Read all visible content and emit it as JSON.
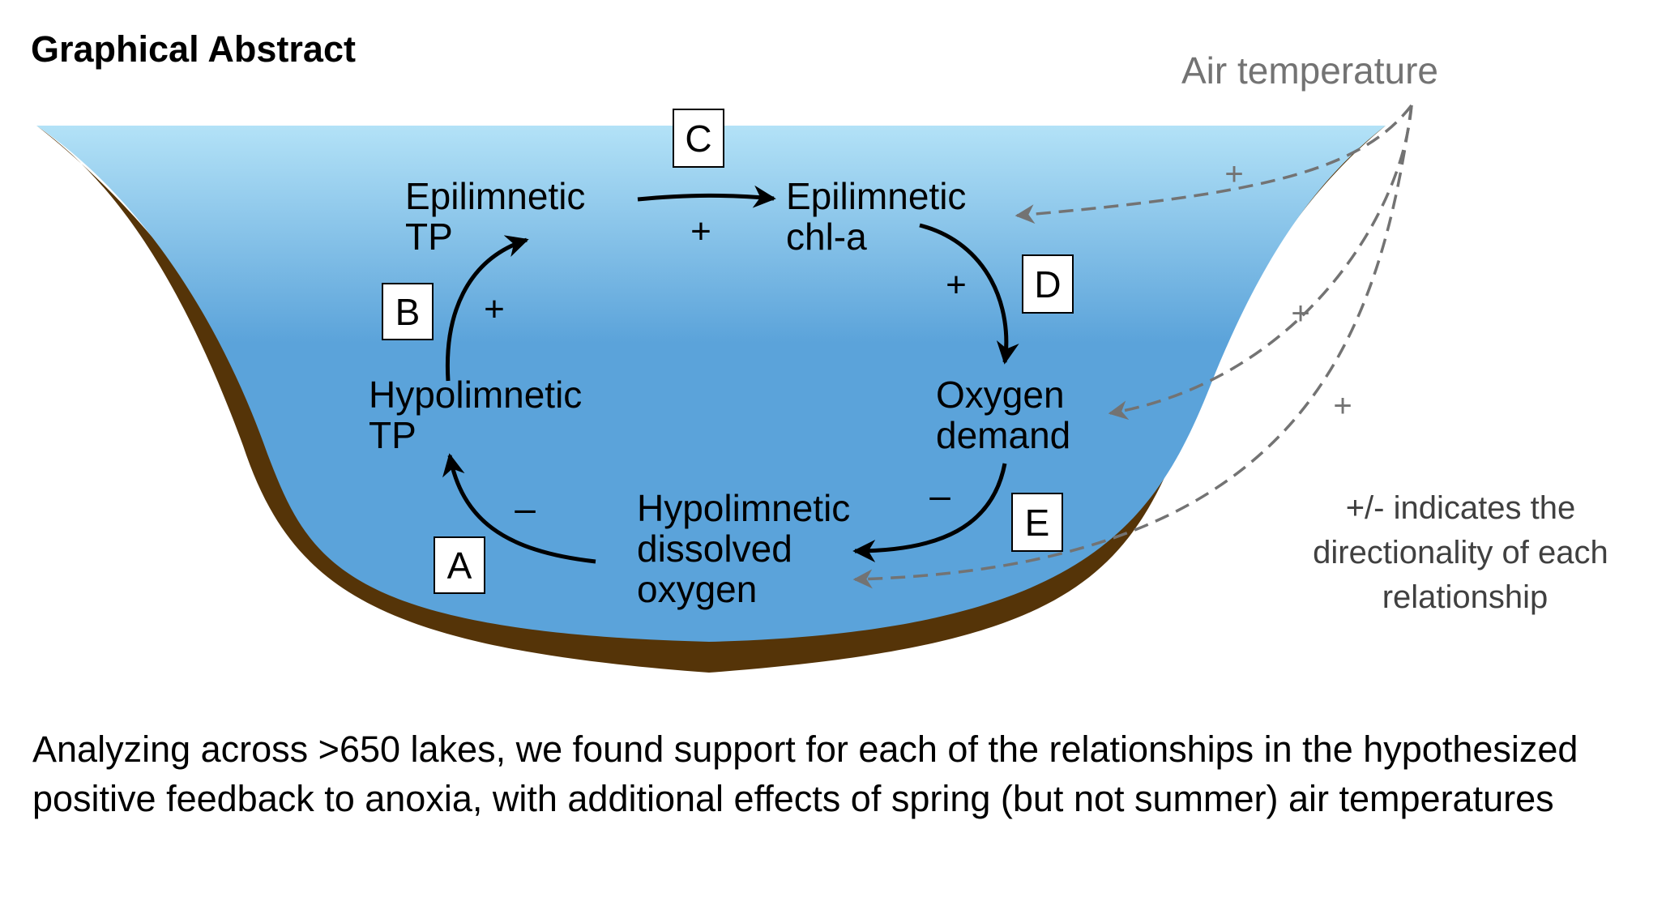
{
  "title": "Graphical Abstract",
  "driver_label": "Air temperature",
  "nodes": {
    "epi_tp": [
      "Epilimnetic",
      "TP"
    ],
    "epi_chla": [
      "Epilimnetic",
      "chl-a"
    ],
    "oxygen_demand": [
      "Oxygen",
      "demand"
    ],
    "hypo_do": [
      "Hypolimnetic",
      "dissolved",
      "oxygen"
    ],
    "hypo_tp": [
      "Hypolimnetic",
      "TP"
    ]
  },
  "relationships": [
    {
      "id": "A",
      "from": "Hypolimnetic dissolved oxygen",
      "to": "Hypolimnetic TP",
      "sign": "–"
    },
    {
      "id": "B",
      "from": "Hypolimnetic TP",
      "to": "Epilimnetic TP",
      "sign": "+"
    },
    {
      "id": "C",
      "from": "Epilimnetic TP",
      "to": "Epilimnetic chl-a",
      "sign": "+"
    },
    {
      "id": "D",
      "from": "Epilimnetic chl-a",
      "to": "Oxygen demand",
      "sign": "+"
    },
    {
      "id": "E",
      "from": "Oxygen demand",
      "to": "Hypolimnetic dissolved oxygen",
      "sign": "–"
    }
  ],
  "temperature_effects": [
    {
      "to": "Epilimnetic chl-a",
      "sign": "+"
    },
    {
      "to": "Oxygen demand",
      "sign": "+"
    },
    {
      "to": "Hypolimnetic dissolved oxygen",
      "sign": "+"
    }
  ],
  "legend_note": [
    "+/- indicates the",
    "directionality of each",
    "relationship"
  ],
  "caption": "Analyzing across >650 lakes, we found support for each of the relationships in the hypothesized positive feedback to anoxia, with additional effects of spring (but not summer) air temperatures",
  "colors": {
    "water_top": "#b3e2f7",
    "water_bottom": "#5ba3da",
    "sediment": "#553408",
    "arrow": "#000000",
    "temperature_arrow": "#737373"
  }
}
